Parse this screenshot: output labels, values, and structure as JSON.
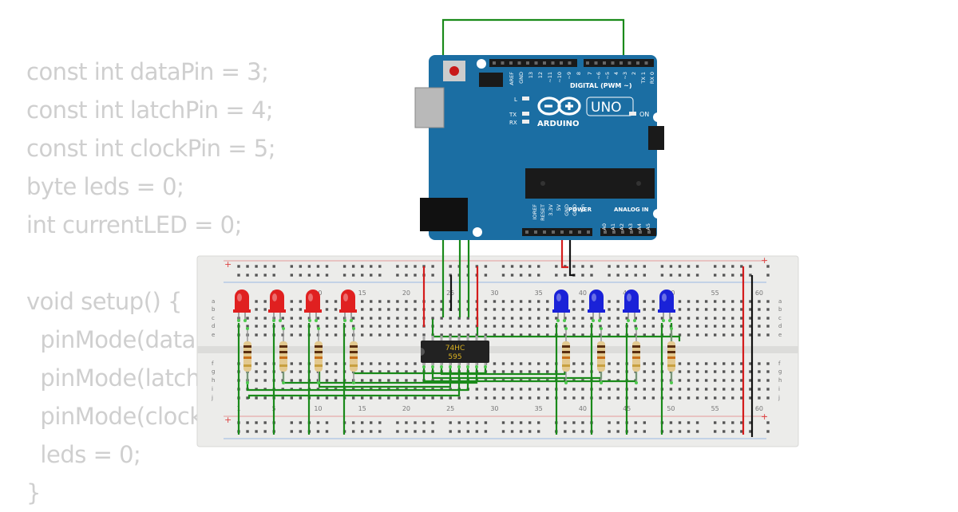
{
  "code_lines": [
    "const int dataPin = 3;",
    "const int latchPin = 4;",
    "const int clockPin = 5;",
    "byte leds = 0;",
    "int currentLED = 0;",
    "",
    "void setup() {",
    "  pinMode(dataPin, OUTPUT);",
    "  pinMode(latchPin, OUTPUT);",
    "  pinMode(clockPin, OUTPUT);",
    "  leds = 0;",
    "}"
  ],
  "arduino": {
    "brand": "ARDUINO",
    "model": "UNO",
    "digital_label": "DIGITAL (PWM ~)",
    "power_label": "POWER",
    "analog_label": "ANALOG IN",
    "on_label": "ON",
    "l_label": "L",
    "tx_label": "TX",
    "rx_label": "RX",
    "top_pins": [
      "AREF",
      "GND",
      "13",
      "12",
      "~11",
      "~10",
      "~9",
      "8",
      "7",
      "~6",
      "~5",
      "4",
      "~3",
      "2",
      "TX 1",
      "RX 0"
    ],
    "power_pins": [
      "IOREF",
      "RESET",
      "3.3V",
      "5V",
      "GND",
      "GND",
      "Vin"
    ],
    "analog_pins": [
      "A0",
      "A1",
      "A2",
      "A3",
      "A4",
      "A5"
    ]
  },
  "breadboard": {
    "column_numbers": [
      "1",
      "5",
      "10",
      "15",
      "20",
      "25",
      "30",
      "35",
      "40",
      "45",
      "50",
      "55",
      "60"
    ],
    "row_letters_top": [
      "a",
      "b",
      "c",
      "d",
      "e"
    ],
    "row_letters_bottom": [
      "f",
      "g",
      "h",
      "i",
      "j"
    ],
    "plus_label": "+",
    "minus_label": "-"
  },
  "chip": {
    "line1": "74HC",
    "line2": "595"
  },
  "leds": {
    "red_color": "#e02020",
    "blue_color": "#1a22d8",
    "red_count": 4,
    "blue_count": 4
  },
  "colors": {
    "board": "#1b6ea3",
    "wire_green": "#1a8a1a",
    "wire_red": "#d41c1c",
    "wire_black": "#111111",
    "code_text": "#cfcfcf"
  }
}
